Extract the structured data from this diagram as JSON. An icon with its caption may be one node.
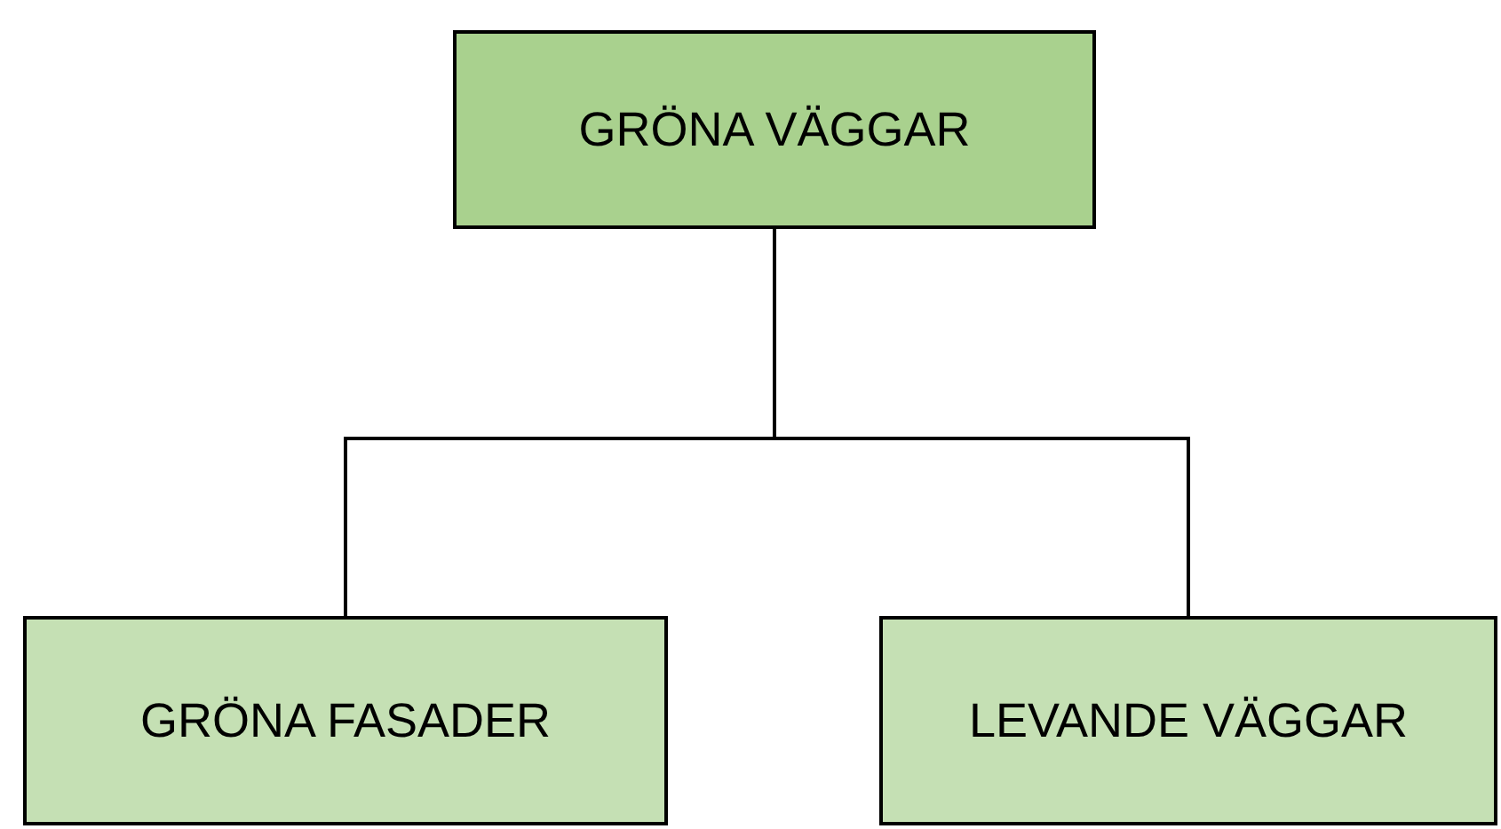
{
  "diagram": {
    "nodes": [
      {
        "text": [
          "GRÖNA VÄGGAR"
        ]
      },
      {
        "text": [
          "GRÖNA FASADER"
        ]
      },
      {
        "text": [
          "LEVANDE VÄGGAR"
        ]
      }
    ],
    "edges": [
      {
        "from": 0,
        "to": 1,
        "arrow": "none"
      },
      {
        "from": 0,
        "to": 2,
        "arrow": "none"
      }
    ]
  }
}
